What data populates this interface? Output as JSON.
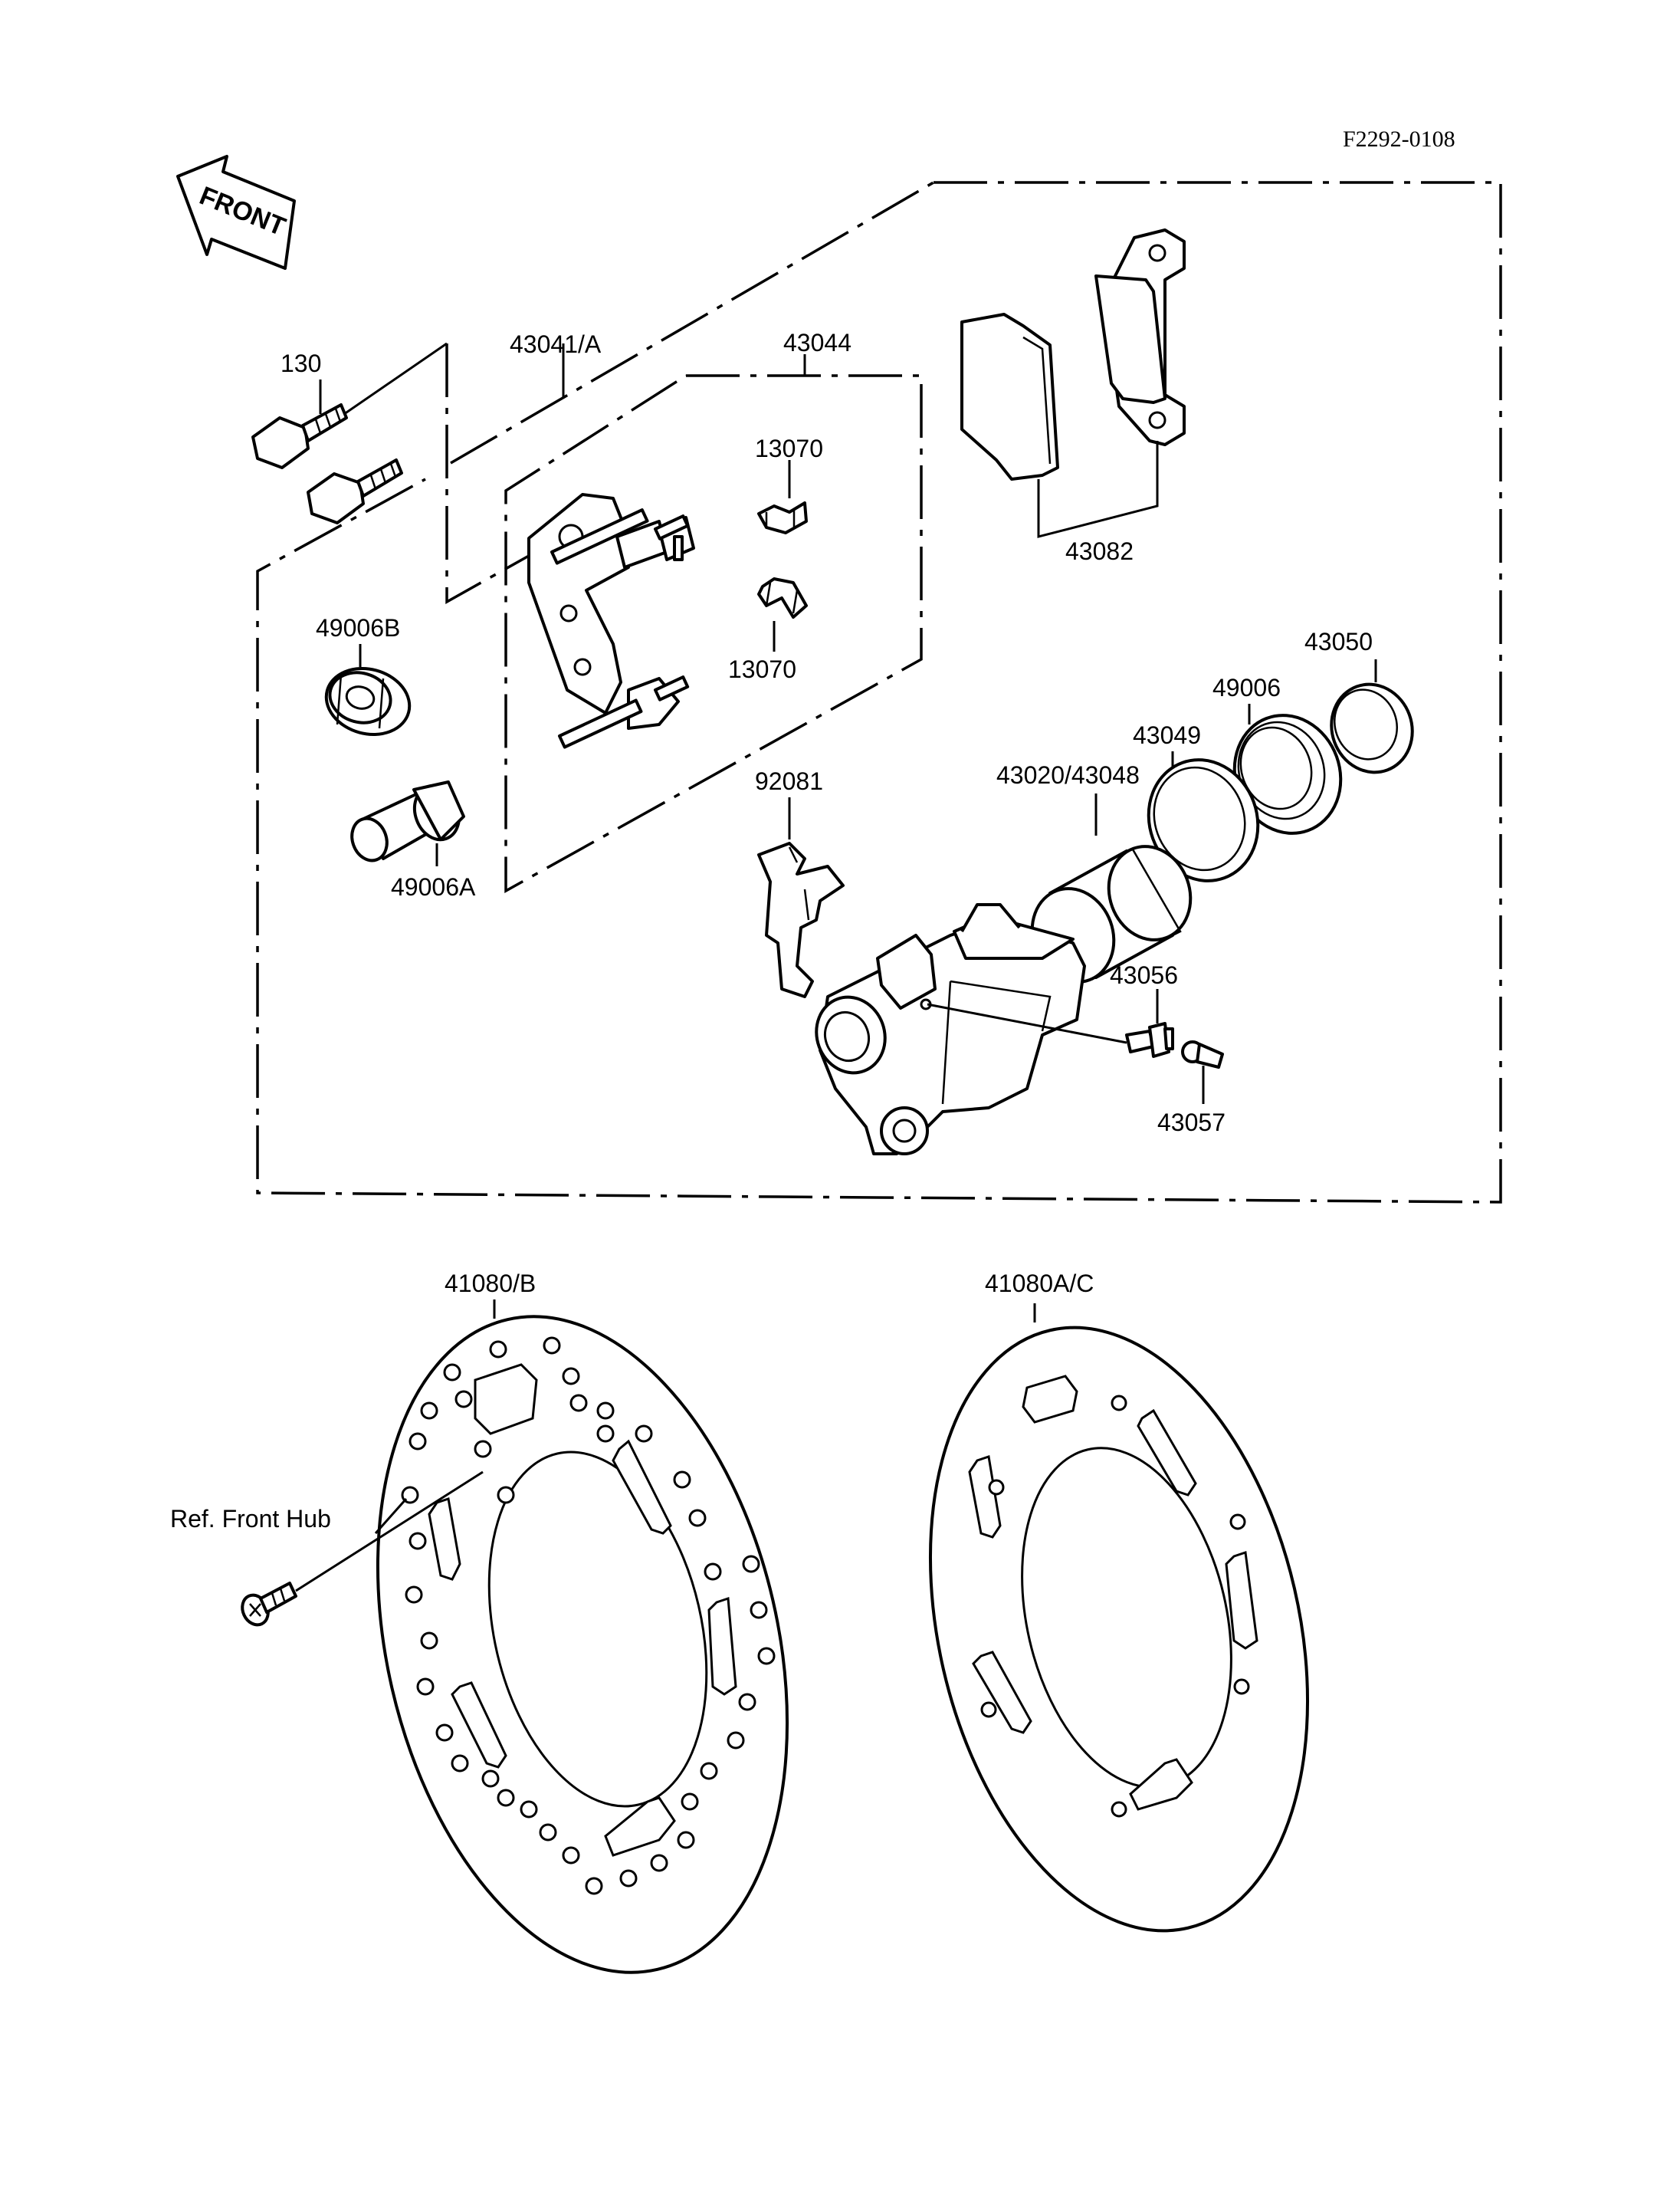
{
  "diagram_code": "F2292-0108",
  "front_label": "FRONT",
  "parts": {
    "bolt": "130",
    "caliper_bracket": "43041/A",
    "pad_spring_kit": "43044",
    "spring_upper": "13070",
    "spring_lower": "13070",
    "brake_pads": "43082",
    "boot": "49006B",
    "pin": "49006A",
    "cap": "43050",
    "dust_seal": "49006",
    "piston_seal": "43049",
    "piston_caliper": "43020/43048",
    "pad_spring": "92081",
    "bleed_valve": "43056",
    "bleed_cap": "43057",
    "disc_left": "41080/B",
    "disc_right": "41080A/C",
    "ref_front_hub": "Ref. Front Hub"
  }
}
